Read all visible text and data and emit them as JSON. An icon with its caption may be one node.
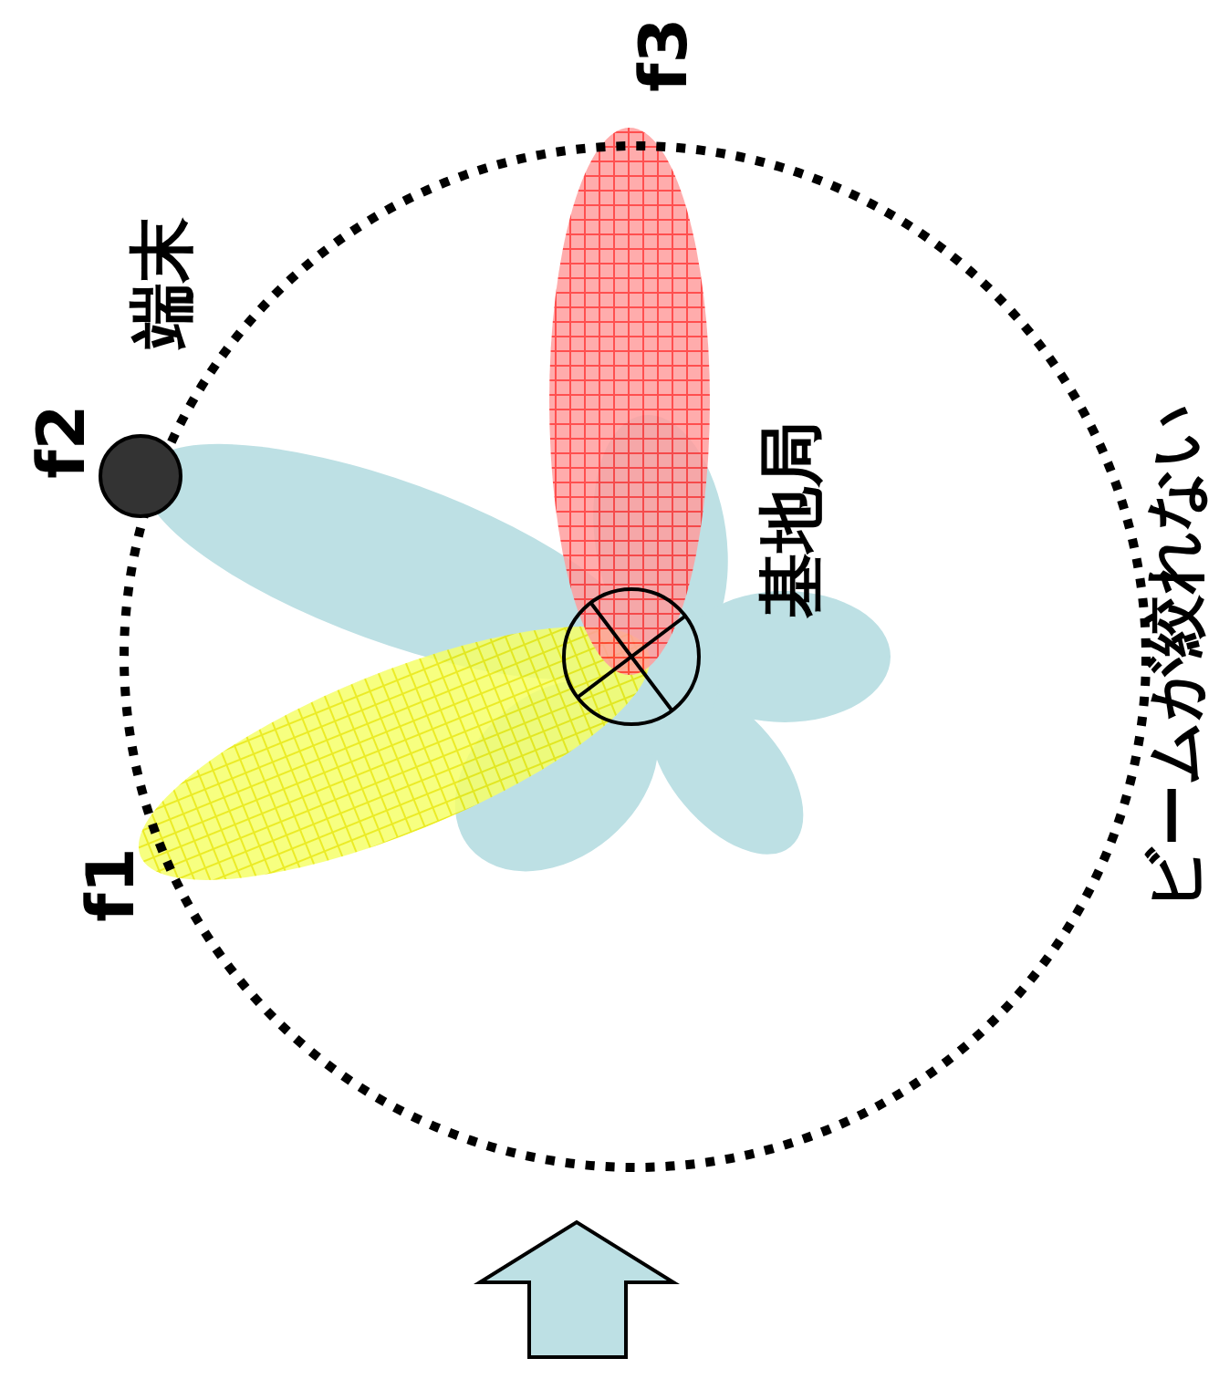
{
  "diagram": {
    "nodes": [
      {
        "text": [
          "端末"
        ]
      },
      {
        "text": [
          "基地局"
        ]
      }
    ],
    "labels": [
      "f3",
      "f2",
      "f1",
      "ビームが絞れない"
    ]
  }
}
